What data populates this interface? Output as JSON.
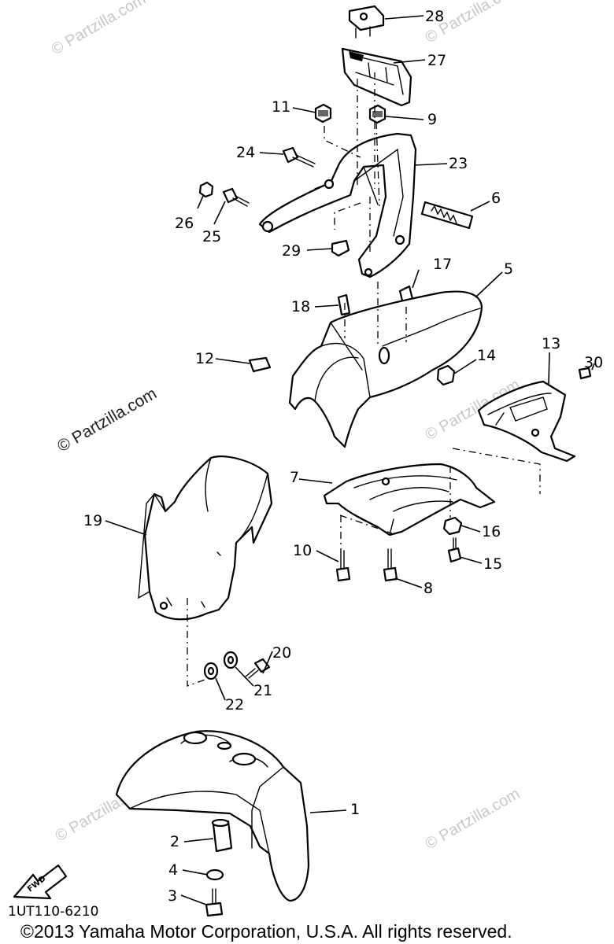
{
  "diagram": {
    "callouts": {
      "p1": "1",
      "p2": "2",
      "p3": "3",
      "p4": "4",
      "p5": "5",
      "p6": "6",
      "p7": "7",
      "p8": "8",
      "p9": "9",
      "p10": "10",
      "p11": "11",
      "p12": "12",
      "p13": "13",
      "p14": "14",
      "p15": "15",
      "p16": "16",
      "p17": "17",
      "p18": "18",
      "p19": "19",
      "p20": "20",
      "p21": "21",
      "p22": "22",
      "p23": "23",
      "p24": "24",
      "p25": "25",
      "p26": "26",
      "p27": "27",
      "p28": "28",
      "p29": "29",
      "p30": "30"
    },
    "fwd_label": "FWD",
    "diagram_code": "1UT110-6210",
    "watermark_dark": "© Partzilla.com",
    "watermark_light": "© Partzilla.com",
    "copyright": "©2013 Yamaha Motor Corporation, U.S.A. All rights reserved."
  }
}
